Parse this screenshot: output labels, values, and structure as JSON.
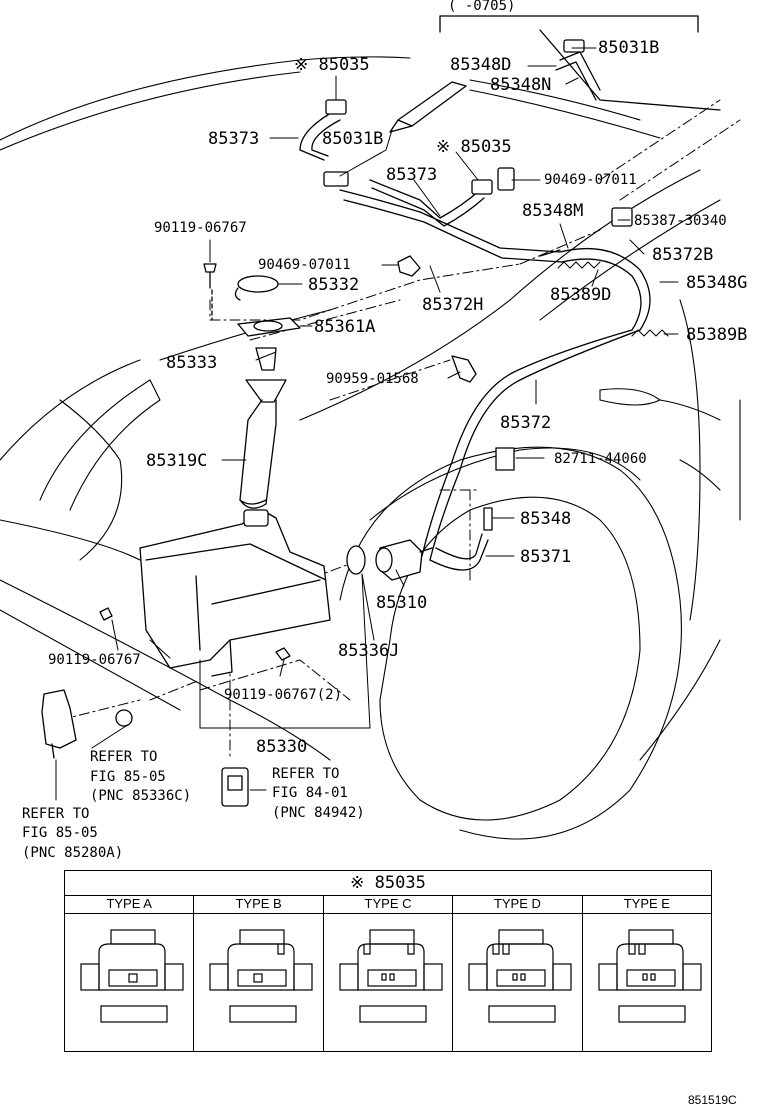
{
  "header_range": "(   -0705)",
  "labels": {
    "p85031B_top": "85031B",
    "p85348D": "85348D",
    "p85348N": "85348N",
    "p85035_a": "※ 85035",
    "p85373_a": "85373",
    "p85031B_mid": "85031B",
    "p85035_b": "※ 85035",
    "p85373_b": "85373",
    "p90469_a": "90469-07011",
    "p85348M": "85348M",
    "p85387": "85387-30340",
    "p90119_a": "90119-06767",
    "p90469_b": "90469-07011",
    "p85372B": "85372B",
    "p85332": "85332",
    "p85372H": "85372H",
    "p85389D": "85389D",
    "p85348G": "85348G",
    "p85361A": "85361A",
    "p85389B": "85389B",
    "p85333": "85333",
    "p90959": "90959-01568",
    "p85372": "85372",
    "p85319C": "85319C",
    "p82711": "82711-44060",
    "p85348": "85348",
    "p85371": "85371",
    "p85310": "85310",
    "p90119_b": "90119-06767",
    "p85336J": "85336J",
    "p90119_c": "90119-06767(2)",
    "p85330": "85330"
  },
  "refs": {
    "ref1_line1": "REFER TO",
    "ref1_line2": "FIG 85-05",
    "ref1_line3": "(PNC 85336C)",
    "ref2_line1": "REFER TO",
    "ref2_line2": "FIG 84-01",
    "ref2_line3": "(PNC 84942)",
    "ref3_line1": "REFER TO",
    "ref3_line2": "FIG 85-05",
    "ref3_line3": "(PNC 85280A)"
  },
  "type_table": {
    "title": "※ 85035",
    "types": [
      "TYPE A",
      "TYPE B",
      "TYPE C",
      "TYPE D",
      "TYPE E"
    ]
  },
  "figure_code": "851519C",
  "icons": [
    "washer-tank-icon",
    "washer-pump-icon",
    "nozzle-icon",
    "clip-icon",
    "hose-icon"
  ]
}
